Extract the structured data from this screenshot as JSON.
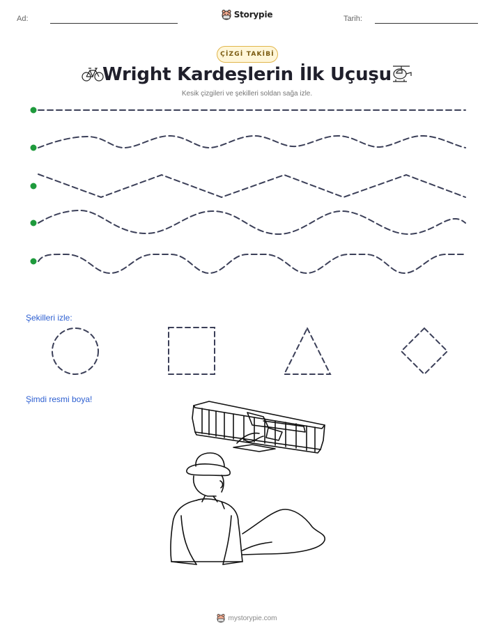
{
  "header": {
    "name_label": "Ad:",
    "date_label": "Tarih:",
    "brand": "Storypie"
  },
  "badge": "ÇİZGİ TAKİBİ",
  "title": "Wright Kardeşlerin İlk Uçuşu",
  "subtitle": "Kesik çizgileri ve şekilleri soldan sağa izle.",
  "trace_lines": [
    "straight",
    "wave",
    "zigzag",
    "wave",
    "wave"
  ],
  "shapes_label": "Şekilleri izle:",
  "shapes": [
    "circle",
    "square",
    "triangle",
    "diamond"
  ],
  "coloring_label": "Şimdi resmi boya!",
  "footer": "mystorypie.com",
  "colors": {
    "dot": "#1e9a3c",
    "dash": "#3b3f58",
    "label": "#2d5fd1",
    "badge_border": "#e0b54a"
  },
  "icons": [
    "bicycle-icon",
    "helicopter-icon",
    "storypie-logo-icon"
  ]
}
